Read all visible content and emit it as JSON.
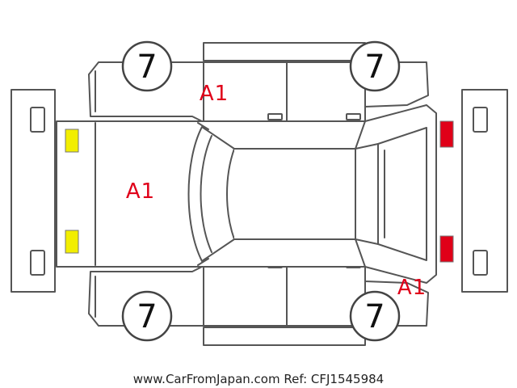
{
  "wheels": {
    "front_left": "7",
    "rear_left": "7",
    "front_right": "7",
    "rear_right": "7"
  },
  "damage_marks": {
    "roof_front_left": "A1",
    "hood": "A1",
    "rear_right": "A1"
  },
  "colors": {
    "headlight": "#f2ee00",
    "taillight": "#e00018",
    "damage_mark": "#e0001a",
    "outline": "#555555"
  },
  "watermark": "www.CarFromJapan.com Ref: CFJ1545984"
}
